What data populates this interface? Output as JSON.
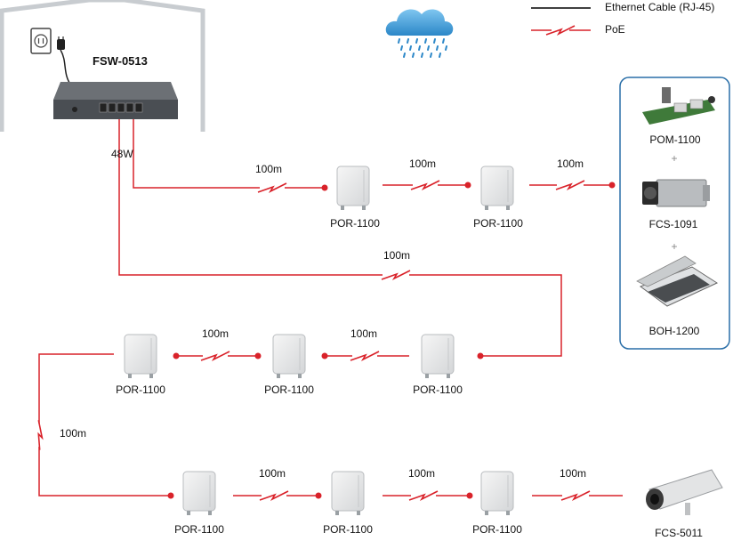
{
  "legend": {
    "ethernet": "Ethernet Cable (RJ-45)",
    "poe": "PoE"
  },
  "switch": {
    "name": "FSW-0513",
    "power": "48W"
  },
  "segments": {
    "s1": "100m",
    "s2": "100m",
    "s3": "100m",
    "s4": "100m",
    "s5": "100m",
    "s6": "100m",
    "s7": "100m",
    "s8": "100m",
    "s9": "100m",
    "s10": "100m"
  },
  "devices": {
    "r1a": "POR-1100",
    "r1b": "POR-1100",
    "r2a": "POR-1100",
    "r2b": "POR-1100",
    "r2c": "POR-1100",
    "r3a": "POR-1100",
    "r3b": "POR-1100",
    "r3c": "POR-1100",
    "pom": "POM-1100",
    "fcs1091": "FCS-1091",
    "boh": "BOH-1200",
    "fcs5011": "FCS-5011"
  },
  "plus_sign": "+",
  "colors": {
    "poe": "#d9222a",
    "ethernet": "#000000",
    "house": "#c8ccd0",
    "panel": "#2a6fa8"
  }
}
